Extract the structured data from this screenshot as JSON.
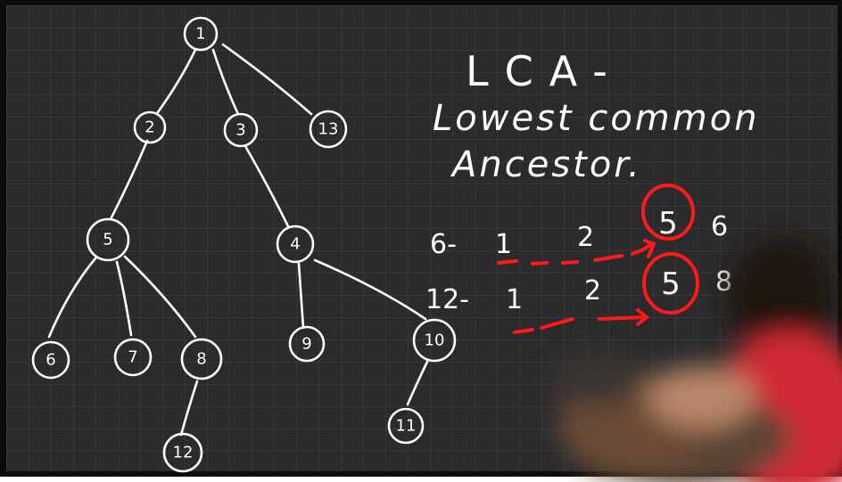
{
  "title": {
    "abbr": "LCA-",
    "line1": "Lowest common",
    "line2": "Ancestor."
  },
  "tree": {
    "nodes": [
      "1",
      "2",
      "3",
      "13",
      "5",
      "4",
      "6",
      "7",
      "8",
      "9",
      "10",
      "12",
      "11"
    ],
    "edges": [
      [
        "1",
        "2"
      ],
      [
        "1",
        "3"
      ],
      [
        "1",
        "13"
      ],
      [
        "2",
        "5"
      ],
      [
        "3",
        "4"
      ],
      [
        "5",
        "6"
      ],
      [
        "5",
        "7"
      ],
      [
        "5",
        "8"
      ],
      [
        "4",
        "9"
      ],
      [
        "4",
        "10"
      ],
      [
        "8",
        "12"
      ],
      [
        "10",
        "11"
      ]
    ]
  },
  "paths": [
    {
      "label": "6-",
      "steps": [
        "1",
        "2",
        "5",
        "6"
      ]
    },
    {
      "label": "12-",
      "steps": [
        "1",
        "2",
        "5",
        "8"
      ]
    }
  ],
  "colors": {
    "board": "#2b2b2d",
    "chalk": "#ffffff",
    "highlight": "#ff1a1a"
  }
}
